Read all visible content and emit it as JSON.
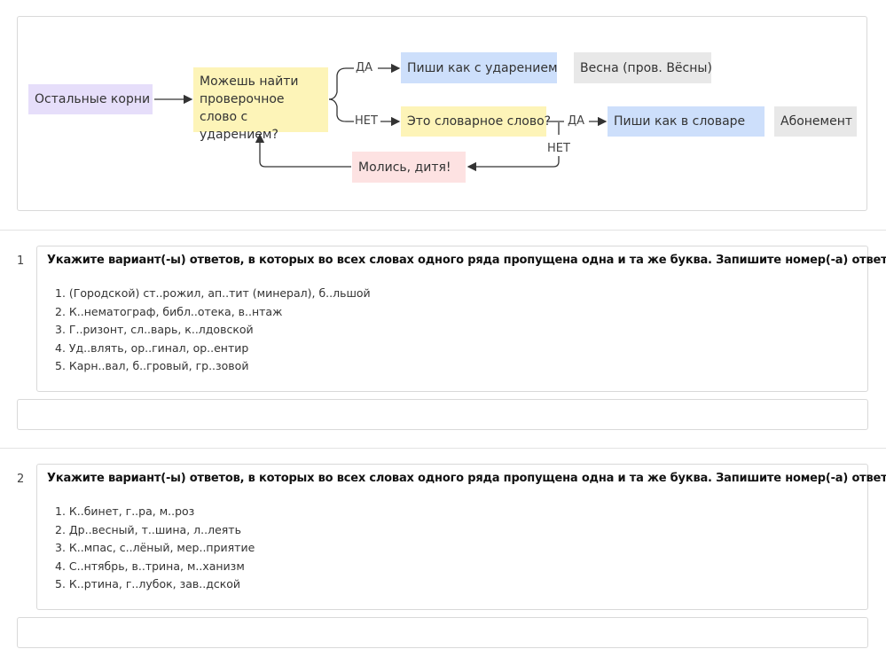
{
  "diagram": {
    "nodes": {
      "other_roots": "Остальные корни",
      "can_find": "Можешь найти проверочное слово с ударением?",
      "write_stress": "Пиши как с ударением",
      "example_stress": "Весна (пров. Вёсны)",
      "dictionary_q": "Это словарное слово?",
      "write_dict": "Пиши как в словаре",
      "example_dict": "Абонемент",
      "pray": "Молись, дитя!"
    },
    "labels": {
      "yes1": "ДА",
      "no1": "НЕТ",
      "yes2": "ДА",
      "no2": "НЕТ"
    }
  },
  "questions": [
    {
      "number": "1",
      "title": "Укажите вариант(-ы) ответов, в которых во всех словах одного ряда пропущена одна и та же буква. Запишите номер(-а) ответов.",
      "options": [
        "1. (Городской) ст..рожил, ап..тит (минерал), б..льшой",
        "2. К..нематограф, библ..отека, в..нтаж",
        "3. Г..ризонт, сл..варь, к..лдовской",
        "4. Уд..влять, ор..гинал, ор..ентир",
        "5. Карн..вал, б..гровый, гр..зовой"
      ],
      "answer": ""
    },
    {
      "number": "2",
      "title": "Укажите вариант(-ы) ответов, в которых во всех словах одного ряда пропущена одна и та же буква. Запишите номер(-а) ответов.",
      "options": [
        "1. К..бинет, г..ра, м..роз",
        "2. Др..весный, т..шина, л..леять",
        "3. К..мпас, с..лёный, мер..приятие",
        "4. С..нтябрь, в..трина, м..ханизм",
        "5. К..ртина, г..лубок, зав..дской"
      ],
      "answer": ""
    }
  ]
}
